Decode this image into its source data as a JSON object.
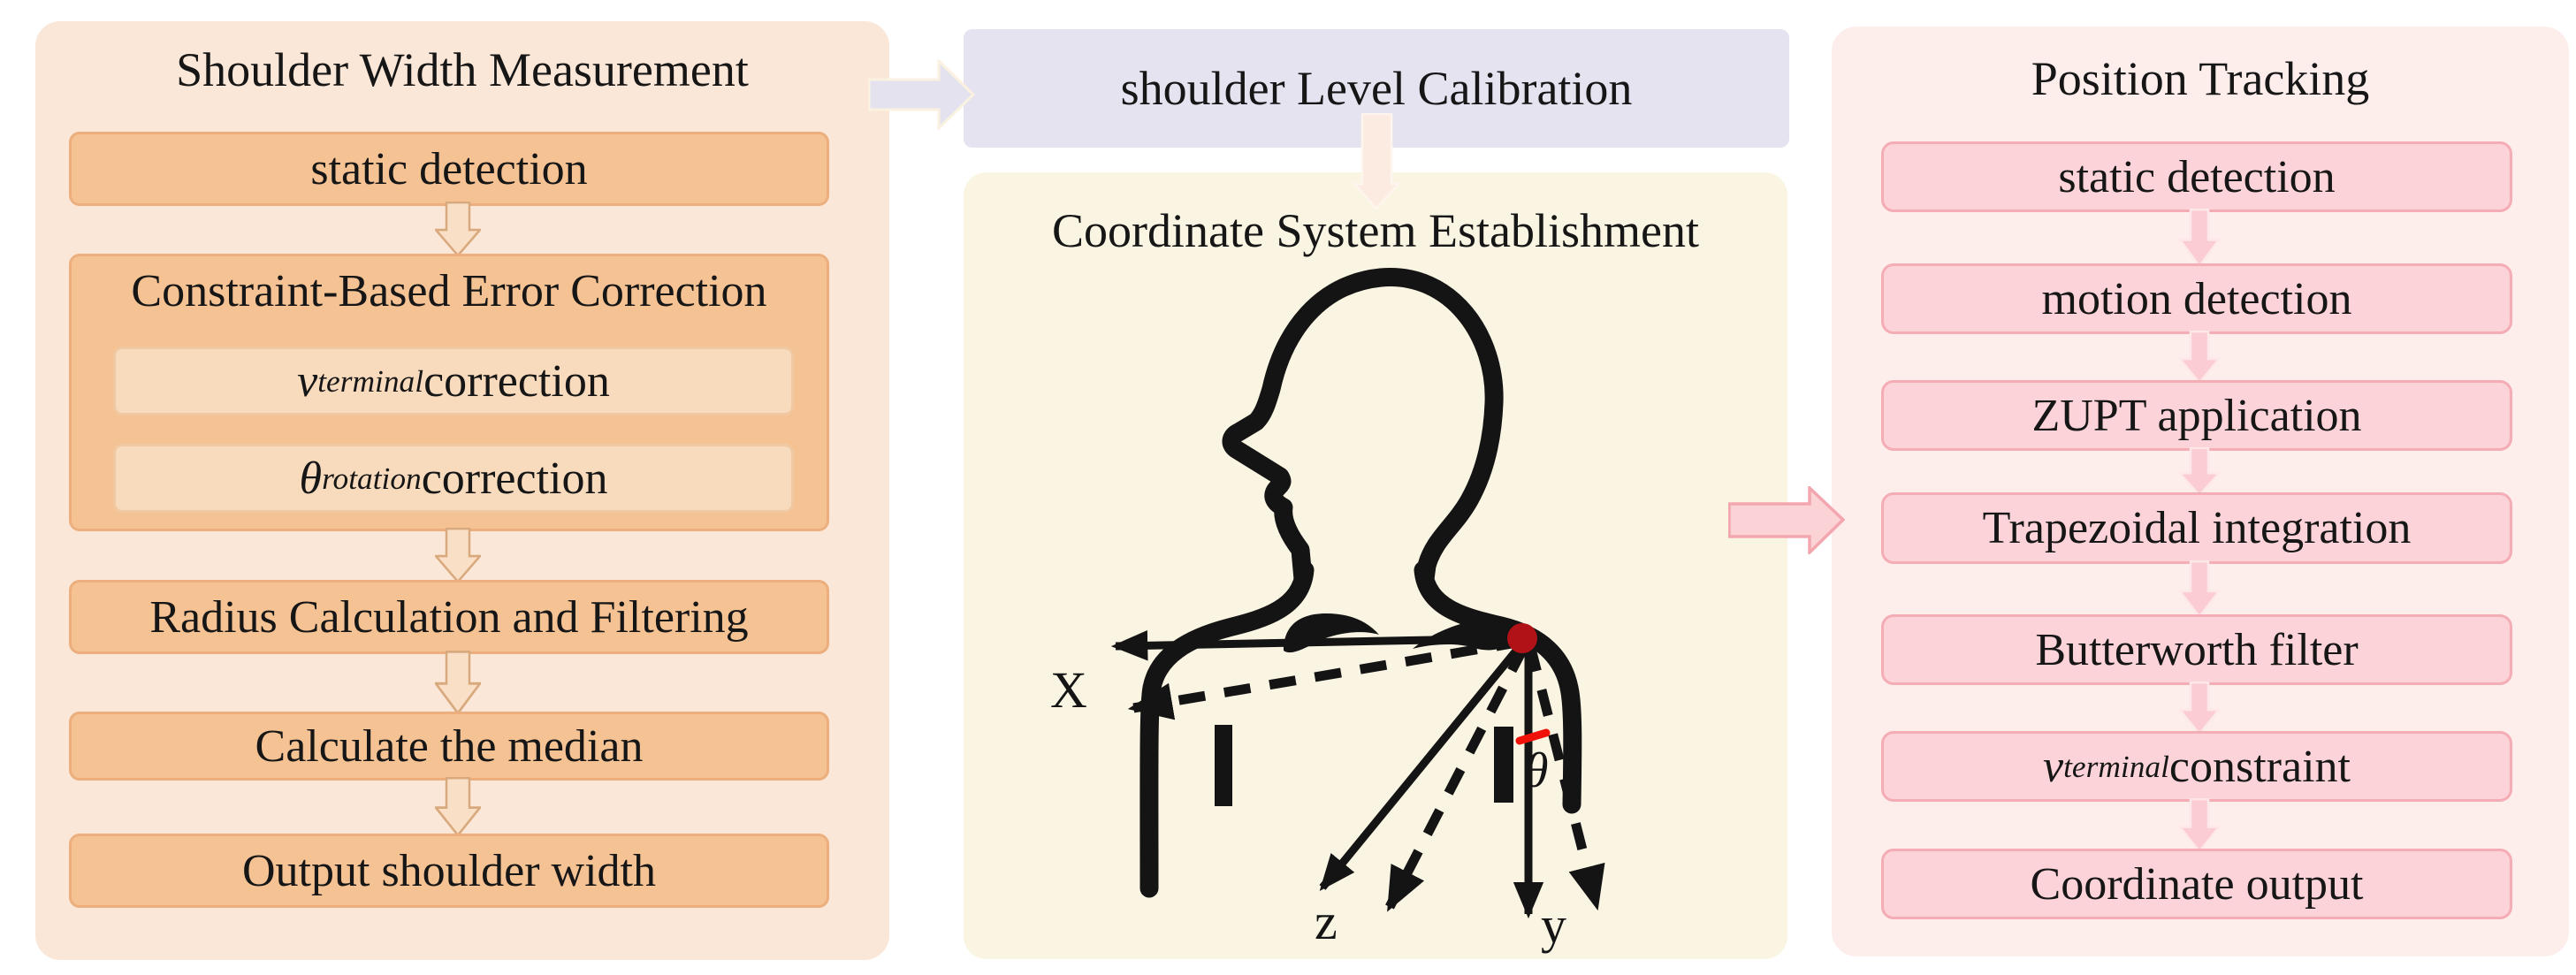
{
  "left_panel": {
    "title": "Shoulder Width Measurement",
    "steps": {
      "static": "static detection",
      "constraint_title": "Constraint-Based Error Correction",
      "v_correction": {
        "base": "v",
        "sub": "terminal",
        "rest": " correction"
      },
      "theta_correction": {
        "base": "θ",
        "sub": "rotation",
        "rest": " correction"
      },
      "radius": "Radius Calculation and Filtering",
      "median": "Calculate the median",
      "output": "Output shoulder width"
    }
  },
  "middle_panel": {
    "calibration_title": "shoulder Level Calibration",
    "coordinate_title": "Coordinate System Establishment",
    "figure": {
      "axis_x": "X",
      "axis_z": "z",
      "axis_y": "y",
      "angle": "θ"
    }
  },
  "right_panel": {
    "title": "Position Tracking",
    "steps": {
      "static": "static detection",
      "motion": "motion detection",
      "zupt": "ZUPT application",
      "trapezoidal": "Trapezoidal integration",
      "butterworth": "Butterworth filter",
      "vterminal": {
        "base": "v",
        "sub": "terminal",
        "rest": " constraint"
      },
      "output": "Coordinate output"
    }
  },
  "colors": {
    "left_panel_bg": "#fbe7d7",
    "left_box_fill": "#f5c294",
    "left_box_border": "#ecae7d",
    "left_inner_fill": "#f8dabd",
    "left_flow_arrow": "#f8dfc6",
    "calibration_box_bg": "#e5e3ef",
    "cream_panel_bg": "#faf5e3",
    "right_panel_bg": "#fdeeec",
    "right_box_fill": "#fbd3d8",
    "right_box_border": "#f4acb5",
    "right_flow_arrow": "#fbccd2",
    "transition_arrow_lavender": "#e4e2ee",
    "transition_arrow_peach": "#fcebe0",
    "transition_arrow_pink": "#fbd2d6",
    "figure_line": "#141414",
    "origin_dot": "#b11217",
    "angle_tick": "#f01208"
  }
}
